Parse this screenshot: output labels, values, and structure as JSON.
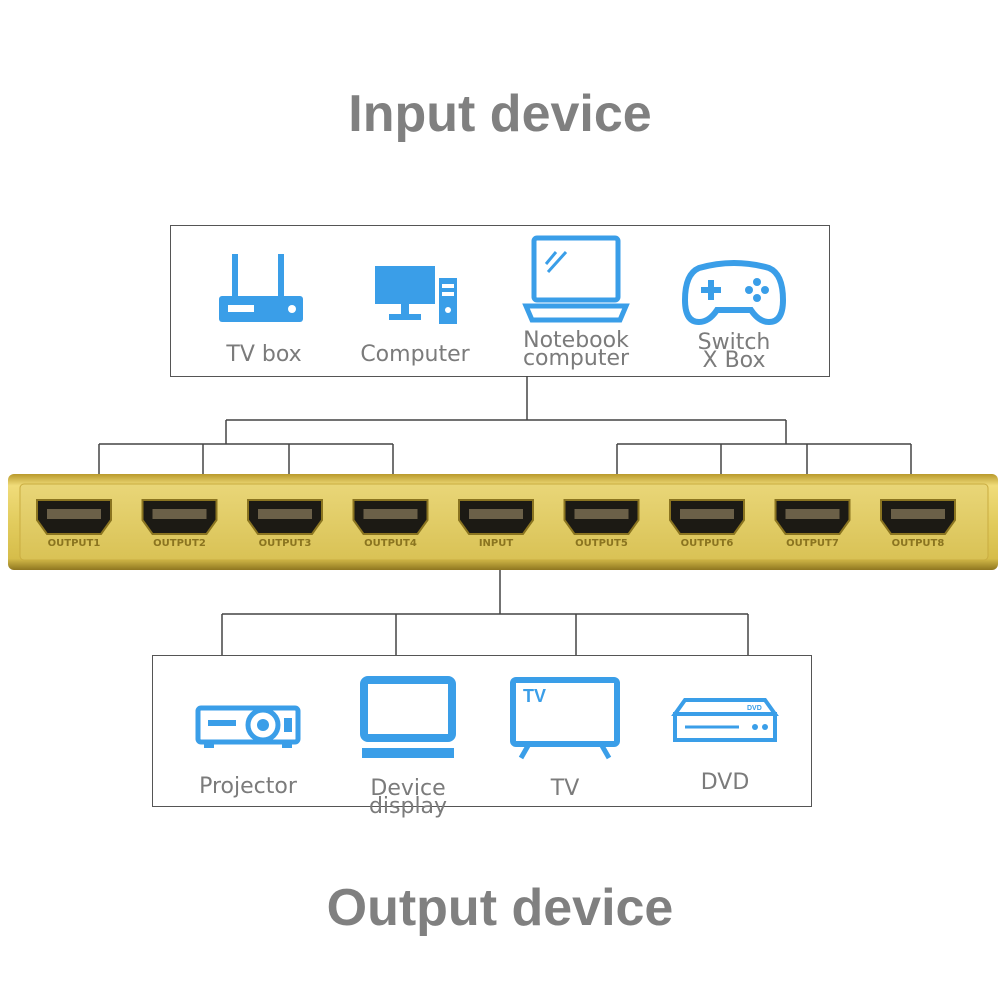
{
  "headings": {
    "input": "Input device",
    "output": "Output device"
  },
  "input_devices": [
    {
      "label": "TV box",
      "icon": "tv-box-icon"
    },
    {
      "label": "Computer",
      "icon": "computer-icon"
    },
    {
      "label": "Notebook computer",
      "icon": "laptop-icon"
    },
    {
      "label": "Switch X Box",
      "icon": "gamepad-icon"
    }
  ],
  "output_devices": [
    {
      "label": "Projector",
      "icon": "projector-icon"
    },
    {
      "label": "Device display",
      "icon": "monitor-icon"
    },
    {
      "label": "TV",
      "icon": "tv-icon",
      "icon_text": "TV"
    },
    {
      "label": "DVD",
      "icon": "dvd-player-icon",
      "icon_text": "DVD"
    }
  ],
  "hub": {
    "ports": [
      "OUTPUT1",
      "OUTPUT2",
      "OUTPUT3",
      "OUTPUT4",
      "INPUT",
      "OUTPUT5",
      "OUTPUT6",
      "OUTPUT7",
      "OUTPUT8"
    ]
  },
  "colors": {
    "icon_blue": "#3a9ee8",
    "hub_gold": "#d8c25a",
    "heading_gray": "#808080",
    "label_gray": "#7b7b7b"
  }
}
